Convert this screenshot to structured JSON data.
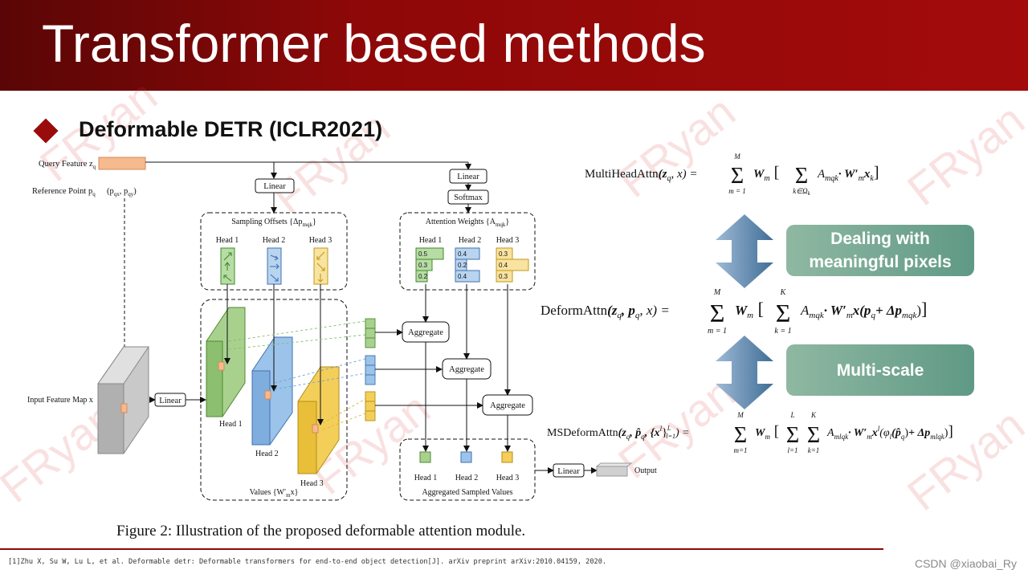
{
  "slide": {
    "title": "Transformer based methods",
    "subtitle": "Deformable DETR  (ICLR2021)",
    "watermark": "FRyan"
  },
  "diagram": {
    "query_feature": "Query Feature z",
    "query_sub": "q",
    "reference_point": "Reference Point p",
    "reference_sub": "q",
    "reference_coords": "(p",
    "reference_coords_qx": "qx",
    "reference_coords_comma": ", p",
    "reference_coords_qy": "qy",
    "reference_coords_close": ")",
    "linear": "Linear",
    "softmax": "Softmax",
    "sampling_offsets": "Sampling Offsets {Δp",
    "sampling_offsets_sub": "mqk",
    "sampling_offsets_close": "}",
    "attention_weights": "Attention Weights {A",
    "attention_weights_sub": "mqk",
    "attention_weights_close": "}",
    "head1": "Head 1",
    "head2": "Head 2",
    "head3": "Head 3",
    "weights_head1": [
      "0.5",
      "0.3",
      "0.2"
    ],
    "weights_head2": [
      "0.4",
      "0.2",
      "0.4"
    ],
    "weights_head3": [
      "0.3",
      "0.4",
      "0.3"
    ],
    "aggregate": "Aggregate",
    "input_feature_map": "Input Feature Map x",
    "values": "Values {W′",
    "values_sub": "m",
    "values_close": "x}",
    "aggregated": "Aggregated Sampled Values",
    "output": "Output"
  },
  "caption": "Figure 2: Illustration of the proposed deformable attention module.",
  "equations": {
    "multihead": {
      "name": "MultiHeadAttn",
      "args": "(z",
      "args_sub": "q",
      "args_end": ", x) =",
      "sum_top": "M",
      "sum_bottom": "m = 1",
      "term": "W",
      "term_sub": "m",
      "inner_sum_bottom": "k∈Ω",
      "inner_sum_bottom_sub": "k",
      "inner_term": "A",
      "inner_term_sub": "mqk",
      "inner_rest": "· W′",
      "inner_rest_sub": "m",
      "inner_tail": "x",
      "inner_tail_sub": "k"
    },
    "deform": {
      "name": "DeformAttn",
      "args": "(z",
      "args_sub": "q",
      "args_mid": ", p",
      "args_mid_sub": "q",
      "args_end": ", x) =",
      "sum_top": "M",
      "sum_bottom": "m = 1",
      "term": "W",
      "term_sub": "m",
      "inner_sum_top": "K",
      "inner_sum_bottom": "k = 1",
      "inner_term": "A",
      "inner_term_sub": "mqk",
      "inner_rest": "· W′",
      "inner_rest_sub": "m",
      "inner_tail": "x(p",
      "inner_tail_sub": "q",
      "inner_plus": "+ Δp",
      "inner_plus_sub": "mqk",
      "inner_close": ")"
    },
    "msdeform": {
      "name": "MSDeformAttn",
      "args": "(z",
      "args_sub": "q",
      "args_mid": ", p̂",
      "args_mid_sub": "q",
      "args_set": ", {x",
      "args_set_sup": "l",
      "args_set_close": "}",
      "args_set_sup2": "L",
      "args_set_sub2": "l=1",
      "args_end": ") =",
      "sum_top": "M",
      "sum_bottom": "m=1",
      "term": "W",
      "term_sub": "m",
      "sum_l_top": "L",
      "sum_l_bottom": "l=1",
      "sum_k_top": "K",
      "sum_k_bottom": "k=1",
      "inner_term": "A",
      "inner_term_sub": "mlqk",
      "inner_rest": "· W′",
      "inner_rest_sub": "m",
      "inner_tail": "x",
      "inner_tail_sup": "l",
      "inner_phi": "(φ",
      "inner_phi_sub": "l",
      "inner_phi_arg": "(p̂",
      "inner_phi_arg_sub": "q",
      "inner_phi_close": ")",
      "inner_plus": "+ Δp",
      "inner_plus_sub": "mlqk",
      "inner_close": ")"
    }
  },
  "labels": {
    "pixels": "Dealing with meaningful pixels",
    "multiscale": "Multi-scale"
  },
  "footer": {
    "reference": "[1]Zhu X, Su W, Lu L, et al. Deformable detr: Deformable transformers for end-to-end object detection[J]. arXiv preprint arXiv:2010.04159, 2020.",
    "credit": "CSDN @xiaobai_Ry"
  },
  "colors": {
    "banner": "#8e0808",
    "banner_dark": "#5a0606",
    "bullet": "#9a0b0b",
    "head1": "#9ccc8a",
    "head2": "#8fb8e0",
    "head3": "#f1d470",
    "pill": "#6fa590",
    "arrow": "#3f6d96"
  }
}
